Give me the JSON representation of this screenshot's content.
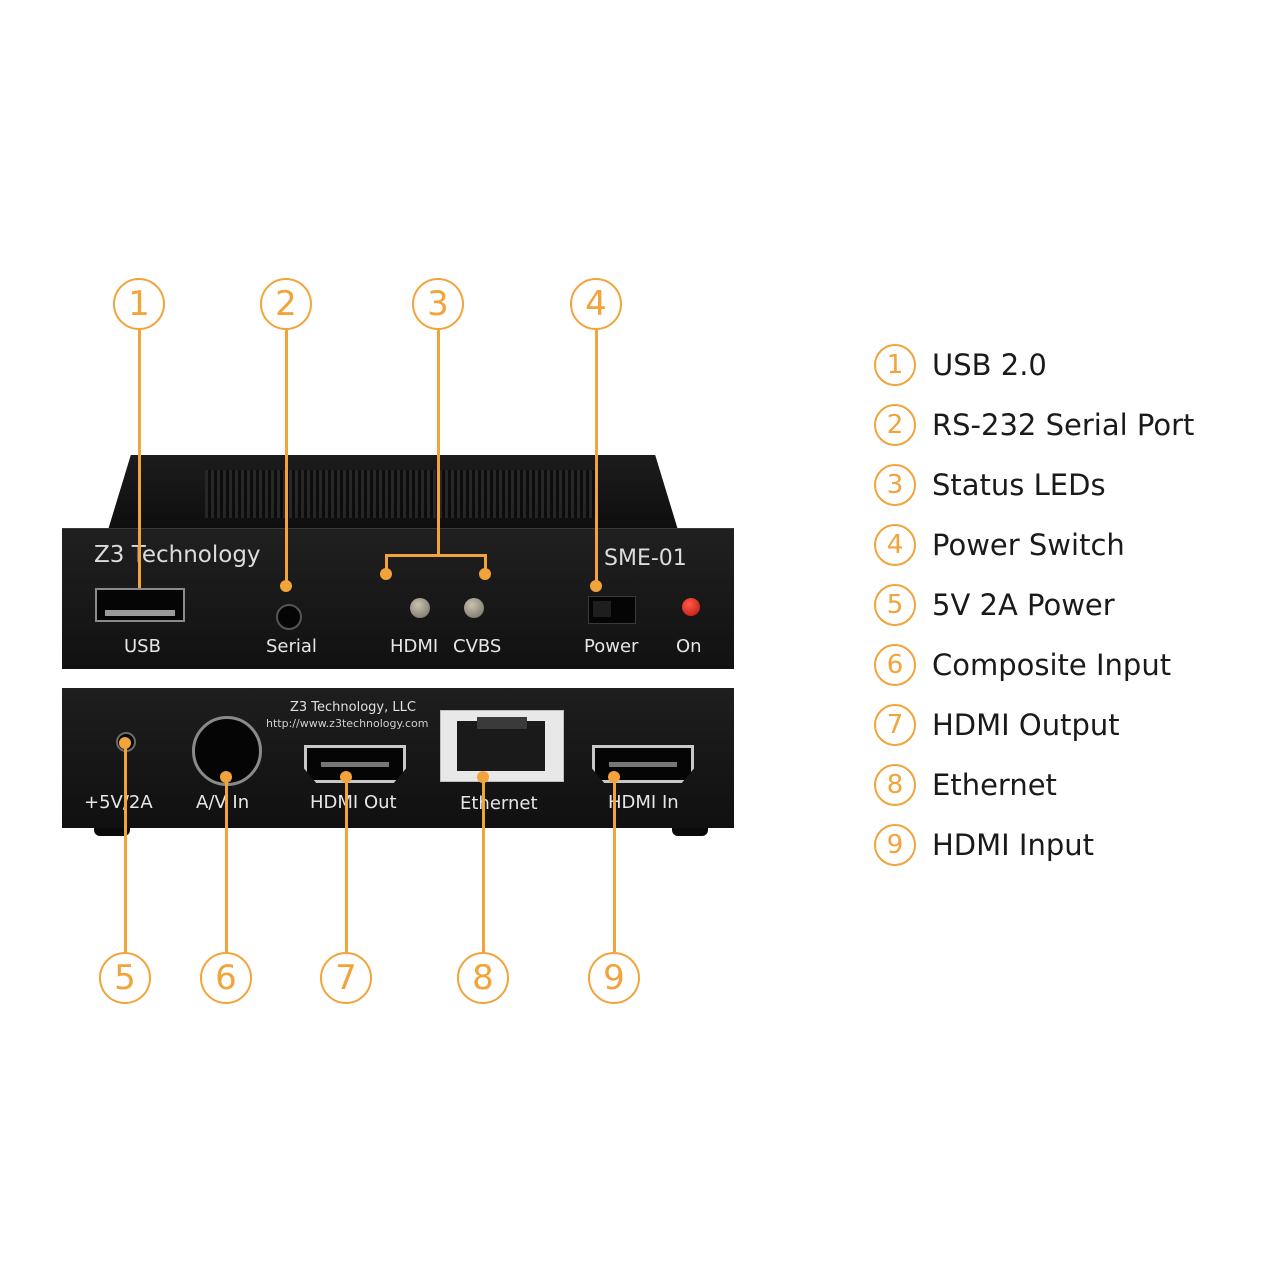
{
  "device": {
    "front": {
      "brand": "Z3 Technology",
      "model": "SME-01",
      "labels": {
        "usb": "USB",
        "serial": "Serial",
        "hdmi": "HDMI",
        "cvbs": "CVBS",
        "power": "Power",
        "on": "On"
      }
    },
    "back": {
      "brand": "Z3 Technology, LLC",
      "url": "http://www.z3technology.com",
      "labels": {
        "power_in": "+5V/2A",
        "av_in": "A/V In",
        "hdmi_out": "HDMI Out",
        "ethernet": "Ethernet",
        "hdmi_in": "HDMI In"
      }
    }
  },
  "callouts": [
    "1",
    "2",
    "3",
    "4",
    "5",
    "6",
    "7",
    "8",
    "9"
  ],
  "legend": [
    {
      "num": "1",
      "label": "USB 2.0"
    },
    {
      "num": "2",
      "label": "RS-232 Serial Port"
    },
    {
      "num": "3",
      "label": "Status LEDs"
    },
    {
      "num": "4",
      "label": "Power Switch"
    },
    {
      "num": "5",
      "label": "5V 2A Power"
    },
    {
      "num": "6",
      "label": "Composite Input"
    },
    {
      "num": "7",
      "label": "HDMI Output"
    },
    {
      "num": "8",
      "label": "Ethernet"
    },
    {
      "num": "9",
      "label": "HDMI Input"
    }
  ],
  "colors": {
    "accent": "#f2a33a",
    "chassis": "#141414",
    "label_text": "#e6e6e6",
    "led_on": "#e3261a"
  }
}
